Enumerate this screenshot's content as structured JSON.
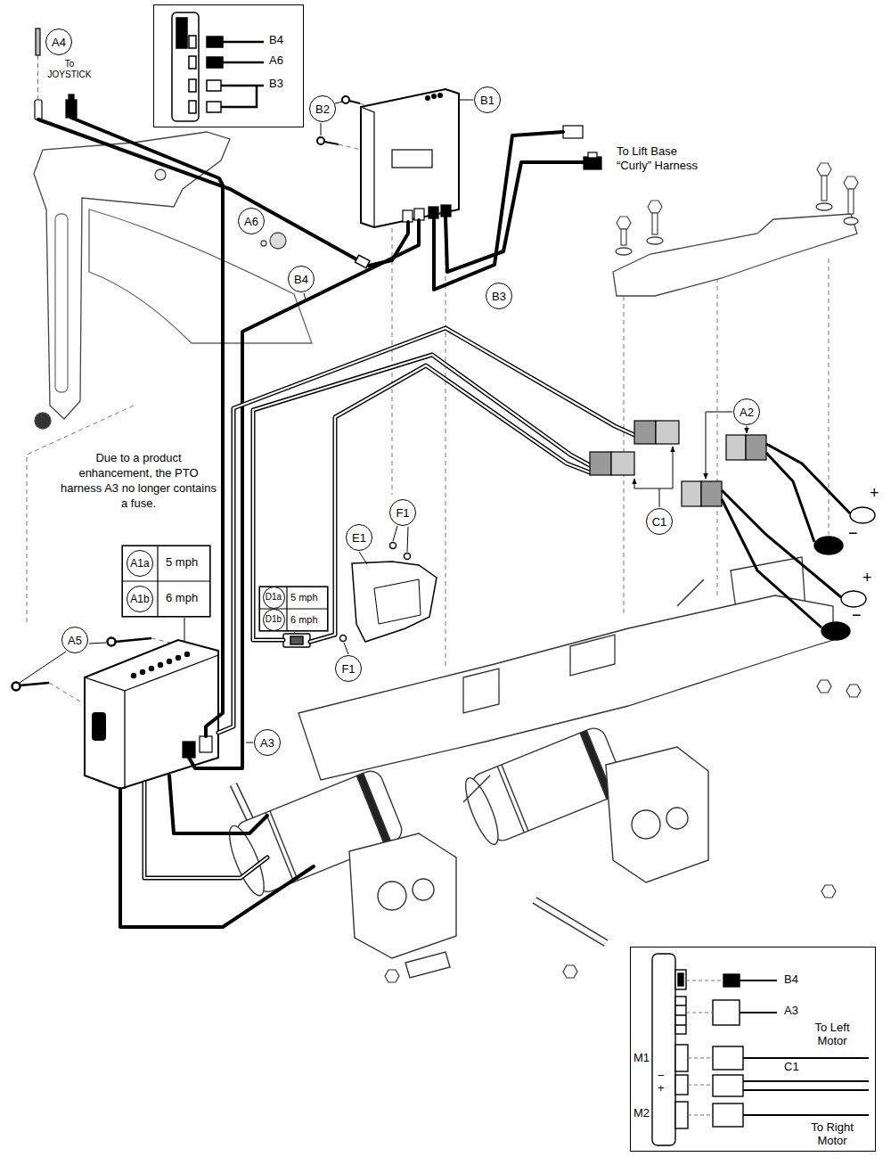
{
  "diagram": {
    "nodes": [
      {
        "text": [
          "B4",
          "A6",
          "B3"
        ]
      },
      {
        "text": [
          "A4"
        ]
      },
      {
        "text": [
          "B2"
        ]
      },
      {
        "text": [
          "B1"
        ]
      },
      {
        "text": [
          "A6"
        ]
      },
      {
        "text": [
          "B4"
        ]
      },
      {
        "text": [
          "B3"
        ]
      },
      {
        "text": [
          "A2"
        ]
      },
      {
        "text": [
          "C1"
        ]
      },
      {
        "text": [
          "F1"
        ]
      },
      {
        "text": [
          "5 mph",
          "6 mph"
        ]
      },
      {
        "text": [
          "D1a"
        ],
        "in": 10
      },
      {
        "text": [
          "D1b"
        ],
        "in": 10
      },
      {
        "text": [
          "E1"
        ]
      },
      {
        "text": [
          "5 mph",
          "6 mph"
        ]
      },
      {
        "text": [
          "A1a"
        ],
        "in": 14
      },
      {
        "text": [
          "A1b"
        ],
        "in": 14
      },
      {
        "text": [
          "A5"
        ]
      },
      {
        "text": [
          "F1"
        ]
      },
      {
        "text": [
          "A3"
        ]
      },
      {
        "text": [
          "B4",
          "A3",
          "To Left Motor",
          "C1",
          "To Right Motor",
          "M1",
          "−",
          "+",
          "M2"
        ]
      }
    ],
    "labels": [
      "To JOYSTICK",
      "To Lift Base “Curly” Harness",
      "Due to a product enhancement, the PTO harness A3 no longer contains a fuse.",
      "+",
      "−",
      "+",
      "−"
    ]
  }
}
